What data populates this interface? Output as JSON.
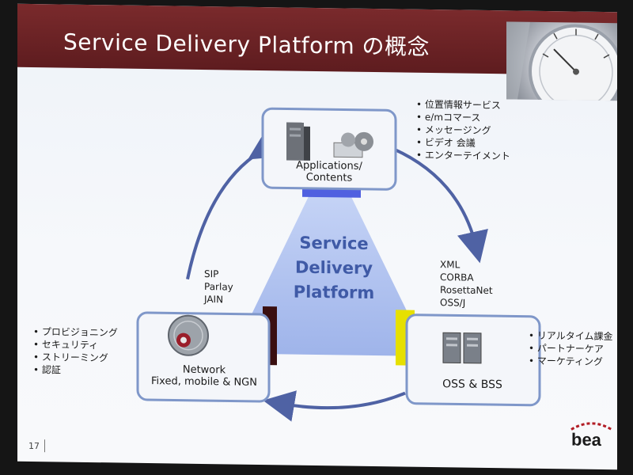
{
  "slide": {
    "title": "Service Delivery Platform の概念",
    "slide_number": "17",
    "logo_text": "bea"
  },
  "center": {
    "line1": "Service",
    "line2": "Delivery",
    "line3": "Platform"
  },
  "nodes": {
    "applications": {
      "line1": "Applications/",
      "line2": "Contents"
    },
    "network": {
      "line1": "Network",
      "line2": "Fixed, mobile & NGN"
    },
    "oss": {
      "line1": "OSS & BSS"
    }
  },
  "protocols_left": [
    "SIP",
    "Parlay",
    "JAIN"
  ],
  "protocols_right": [
    "XML",
    "CORBA",
    "RosettaNet",
    "OSS/J"
  ],
  "bullets_top": [
    "位置情報サービス",
    "e/mコマース",
    "メッセージング",
    "ビデオ 会議",
    "エンターテイメント"
  ],
  "bullets_left": [
    "プロビジョニング",
    "セキュリティ",
    "ストリーミング",
    "認証"
  ],
  "bullets_right": [
    "リアルタイム課金",
    "パートナーケア",
    "マーケティング"
  ],
  "colors": {
    "title_bar": "#6b2326",
    "triangle": "#a9bdf0",
    "node_border": "#7f97c9",
    "arrow": "#4f62a4",
    "platform_text": "#3f5aa6",
    "apps_tab": "#5060e0",
    "network_tab": "#3a0f10",
    "oss_tab": "#e6e000"
  }
}
